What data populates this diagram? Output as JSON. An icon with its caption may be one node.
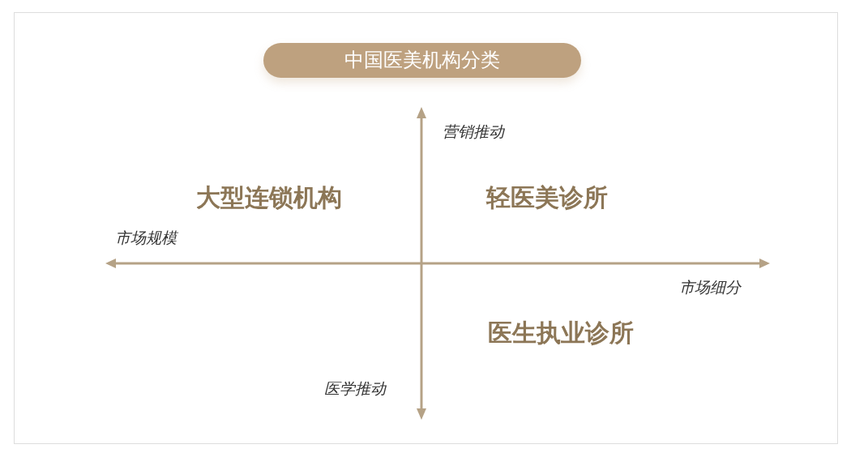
{
  "diagram": {
    "title": "中国医美机构分类",
    "labels": [
      "营销推动",
      "大型连锁机构",
      "轻医美诊所",
      "市场规模",
      "市场细分",
      "医生执业诊所",
      "医学推动"
    ]
  }
}
